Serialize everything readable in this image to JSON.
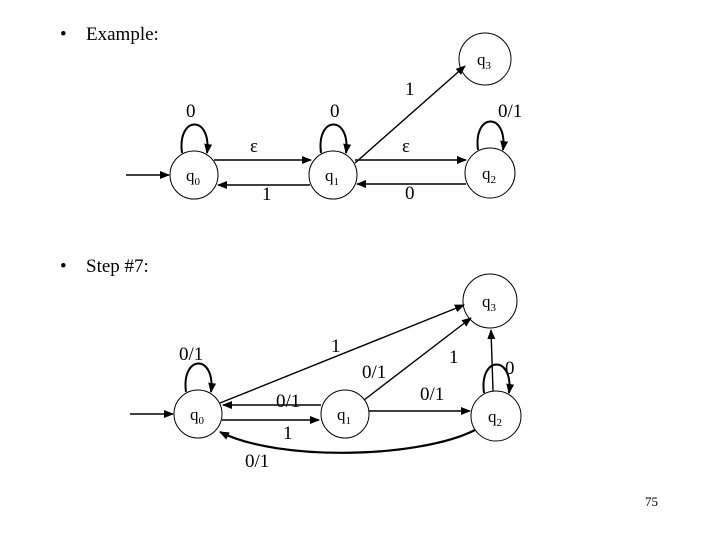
{
  "bullets": {
    "example": "Example:",
    "step": "Step #7:"
  },
  "page_number": "75",
  "diagram1": {
    "states": [
      {
        "id": "q0",
        "name": "q",
        "sub": "0"
      },
      {
        "id": "q1",
        "name": "q",
        "sub": "1"
      },
      {
        "id": "q2",
        "name": "q",
        "sub": "2"
      },
      {
        "id": "q3",
        "name": "q",
        "sub": "3"
      }
    ],
    "labels": {
      "loop_q0": "0",
      "loop_q1": "0",
      "loop_q2": "0/1",
      "q1_q3": "1",
      "q0_q1_eps": "ε",
      "q1_q2_eps": "ε",
      "q1_q0": "1",
      "q2_q1": "0"
    }
  },
  "diagram2": {
    "states": [
      {
        "id": "q0",
        "name": "q",
        "sub": "0"
      },
      {
        "id": "q1",
        "name": "q",
        "sub": "1"
      },
      {
        "id": "q2",
        "name": "q",
        "sub": "2"
      },
      {
        "id": "q3",
        "name": "q",
        "sub": "3"
      }
    ],
    "labels": {
      "loop_q0": "0/1",
      "loop_q2": "0",
      "q0_q3": "1",
      "q1_q3": "0/1",
      "q2_q3": "1",
      "q1_q0_top": "0/1",
      "q0_q1_bottom": "1",
      "q1_q2": "0/1",
      "q2_q0": "0/1"
    }
  }
}
